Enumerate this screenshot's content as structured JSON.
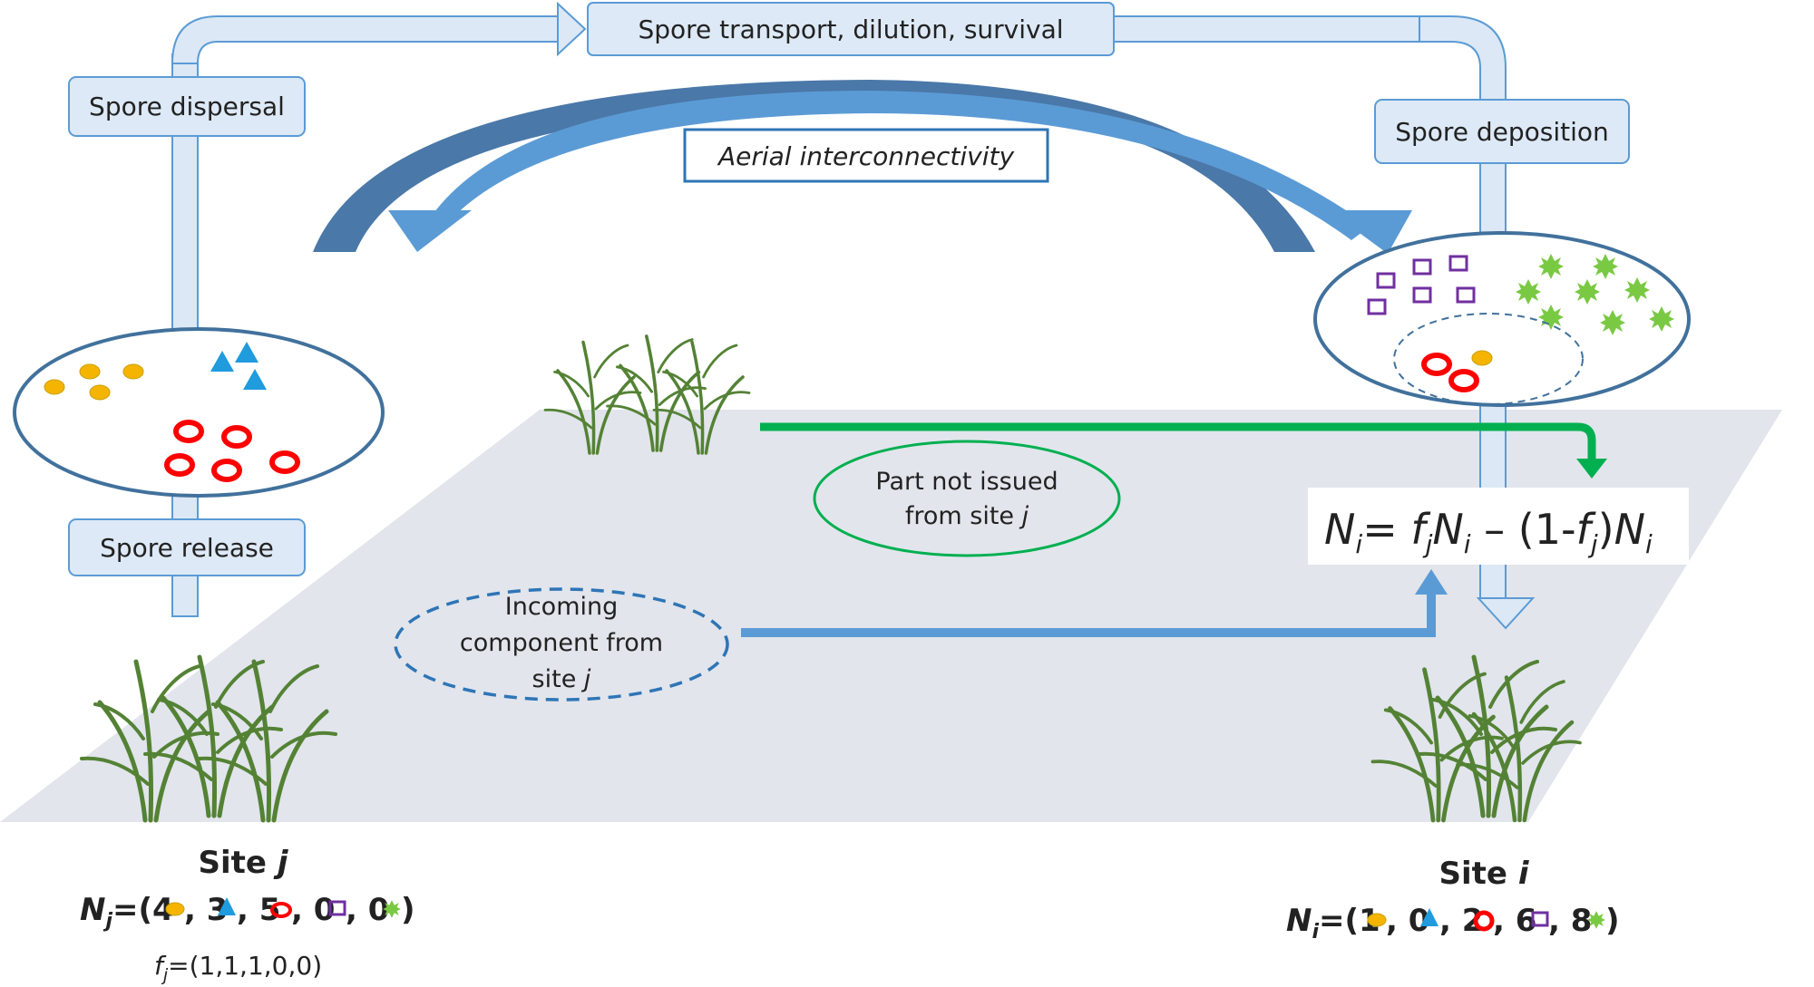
{
  "boxes": {
    "spore_transport": "Spore transport, dilution, survival",
    "spore_dispersal": "Spore dispersal",
    "spore_deposition": "Spore deposition",
    "spore_release": "Spore release",
    "aerial_interconnectivity": "Aerial interconnectivity"
  },
  "ellipse_labels": {
    "part_not_issued_line1": "Part not issued",
    "part_not_issued_line2": "from site",
    "part_not_issued_site": "j",
    "incoming_line1": "Incoming",
    "incoming_line2": "component from",
    "incoming_line3": "site",
    "incoming_site": "j"
  },
  "equation": {
    "N": "N",
    "i": "i",
    "eq": "= ",
    "f": "f",
    "j": "j",
    "minus": " – (1-",
    "close": ")"
  },
  "site_j": {
    "title": "Site ",
    "title_var": "j",
    "N": "N",
    "sub": "j",
    "open": "=(",
    "c1": "4",
    "c2": ", 3",
    "c3": ", 5",
    "c4": ", 0",
    "c5": ", 0",
    "close": ")",
    "f": "f",
    "f_sub": "j",
    "f_val": "=(1,1,1,0,0)"
  },
  "site_i": {
    "title": "Site ",
    "title_var": "i",
    "N": "N",
    "sub": "i",
    "open": "=(",
    "c1": "1",
    "c2": ", 0",
    "c3": ", 2",
    "c4": ", 6",
    "c5": ", 8",
    "close": ")"
  },
  "colors": {
    "ground": "#e2e5ec",
    "box_fill": "#dde9f6",
    "box_stroke": "#5b9bd5",
    "pipe_fill": "#dce8f5",
    "ellipse_stroke": "#41719c",
    "dark_arrow": "#4a78a8",
    "light_arrow": "#5b9bd5",
    "green": "#00b050",
    "dashed_blue": "#2e75b6",
    "spore_yellow": "#f4b400",
    "spore_blue": "#1f9bde",
    "spore_red": "#ff0000",
    "spore_purple": "#7030a0",
    "spore_green": "#7ac943",
    "grass": "#548235"
  }
}
